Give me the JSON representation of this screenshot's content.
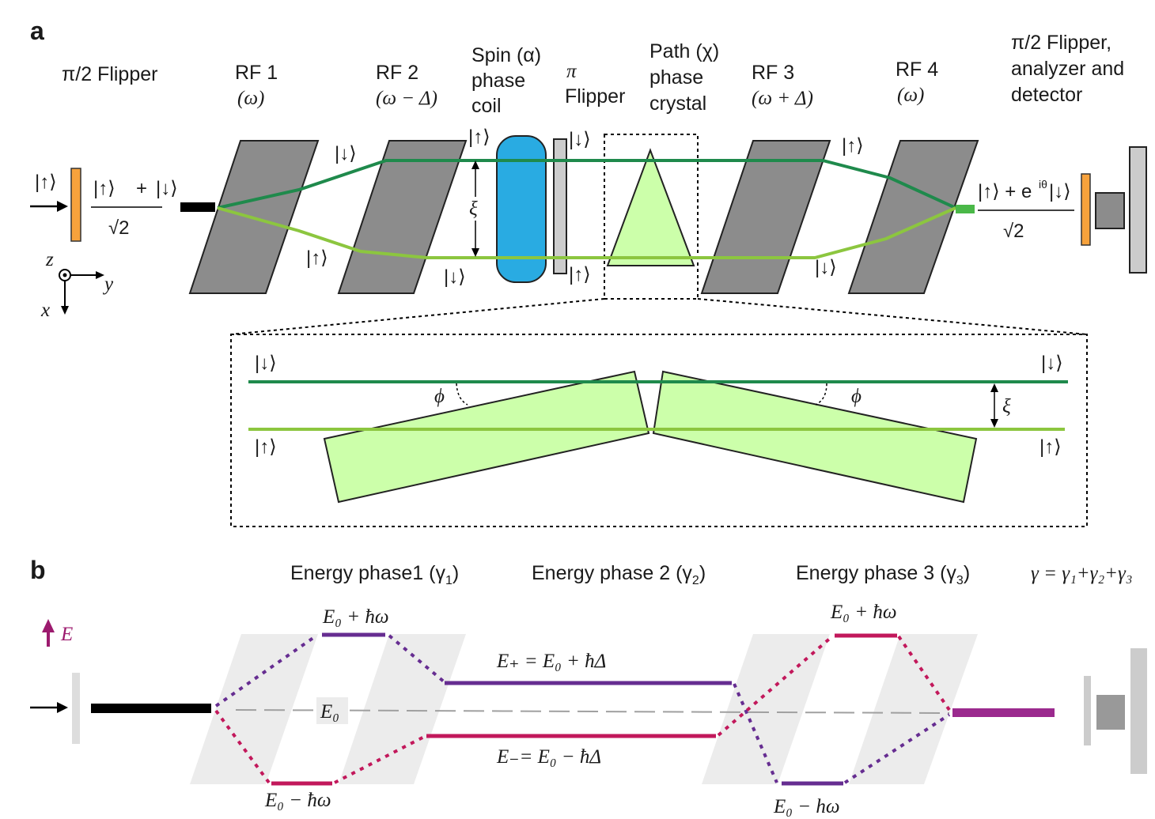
{
  "panel_a": {
    "letter": "a",
    "pi2_flipper": "π/2 Flipper",
    "rf1": {
      "name": "RF 1",
      "freq": "(ω)"
    },
    "rf2": {
      "name": "RF 2",
      "freq": "(ω − Δ)"
    },
    "spin_coil": {
      "line1": "Spin (α)",
      "line2": "phase",
      "line3": "coil"
    },
    "pi_flipper": {
      "line1": "π",
      "line2": "Flipper"
    },
    "path_crystal": {
      "line1": "Path (χ)",
      "line2": "phase",
      "line3": "crystal"
    },
    "rf3": {
      "name": "RF 3",
      "freq": "(ω + Δ)"
    },
    "rf4": {
      "name": "RF 4",
      "freq": "(ω)"
    },
    "analyzer": {
      "line1": "π/2 Flipper,",
      "line2": "analyzer and",
      "line3": "detector"
    },
    "ket_up": "|↑⟩",
    "ket_down": "|↓⟩",
    "input_state": {
      "num_up": "|↑⟩",
      "plus": "+",
      "num_down": "|↓⟩",
      "den": "√2"
    },
    "output_state": {
      "num": "|↑⟩ + e",
      "exp": "iθ",
      "num_down": "|↓⟩",
      "den": "√2"
    },
    "xi": "ξ",
    "phi": "ϕ",
    "axes": {
      "z": "z",
      "y": "y",
      "x": "x"
    }
  },
  "panel_b": {
    "letter": "b",
    "phase1": "Energy phase1 (γ",
    "phase1_sub": "1",
    "phase2": "Energy phase 2 (γ",
    "phase2_sub": "2",
    "phase3": "Energy phase 3 (γ",
    "phase3_sub": "3",
    "gamma_total": "γ = γ₁+γ₂+γ₃",
    "energy_axis": "E",
    "e0": "E₀",
    "e0_plus_hw": "E₀ + ħω",
    "e0_minus_hw": "E₀ − ħω",
    "e_plus": "E₊ = E₀ + ħΔ",
    "e_minus": "E₋= E₀ − ħΔ",
    "e0_minus_hw_right": "E₀ − hω"
  },
  "colors": {
    "dark_green": "#1f8a4c",
    "light_green": "#8cc63f",
    "crystal_fill": "#ccffaa",
    "rf_gray": "#8c8c8c",
    "coil_blue": "#29abe2",
    "flipper_orange": "#f7a23c",
    "purple": "#662d91",
    "magenta": "#c2185b",
    "ket_blue": "#29abe2"
  }
}
